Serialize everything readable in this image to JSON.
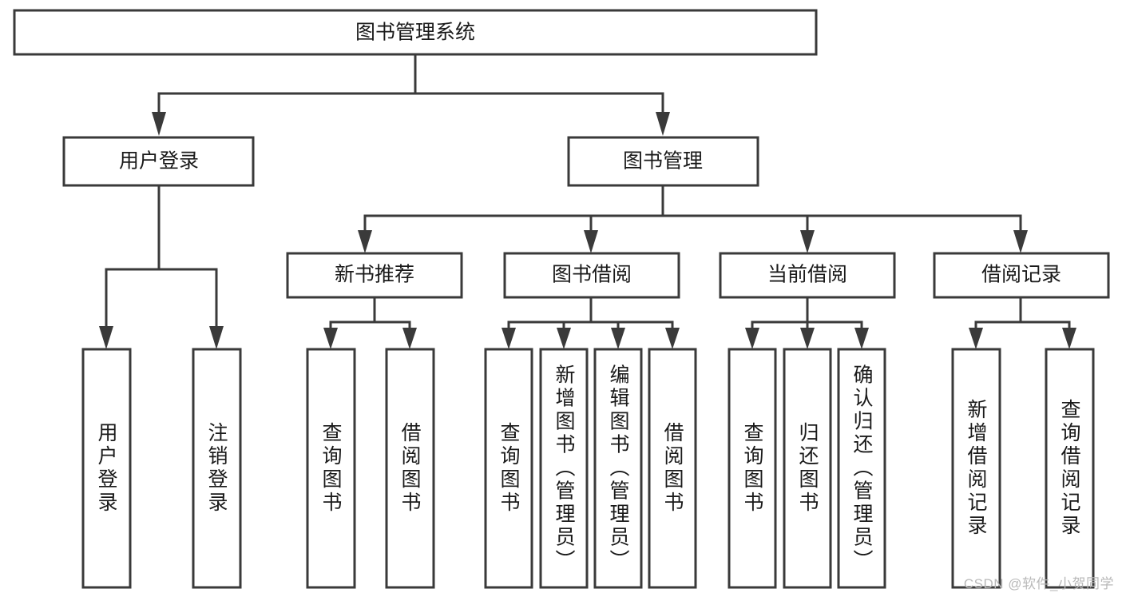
{
  "diagram": {
    "title": "图书管理系统",
    "type": "tree-hierarchy",
    "watermark": "CSDN @软件_小贺同学",
    "root": {
      "id": "root",
      "label": "图书管理系统",
      "orientation": "horizontal"
    },
    "level2": [
      {
        "id": "user-login",
        "label": "用户登录",
        "orientation": "horizontal"
      },
      {
        "id": "book-manage",
        "label": "图书管理",
        "orientation": "horizontal"
      }
    ],
    "level3": [
      {
        "id": "new-book-recommend",
        "label": "新书推荐",
        "orientation": "horizontal",
        "parent": "book-manage"
      },
      {
        "id": "book-borrow",
        "label": "图书借阅",
        "orientation": "horizontal",
        "parent": "book-manage"
      },
      {
        "id": "current-borrow",
        "label": "当前借阅",
        "orientation": "horizontal",
        "parent": "book-manage"
      },
      {
        "id": "borrow-record",
        "label": "借阅记录",
        "orientation": "horizontal",
        "parent": "book-manage"
      }
    ],
    "leaves": [
      {
        "id": "leaf-user-login",
        "label": "用户登录",
        "parent": "user-login",
        "orientation": "vertical"
      },
      {
        "id": "leaf-user-logout",
        "label": "注销登录",
        "parent": "user-login",
        "orientation": "vertical"
      },
      {
        "id": "leaf-query-book-1",
        "label": "查询图书",
        "parent": "new-book-recommend",
        "orientation": "vertical"
      },
      {
        "id": "leaf-borrow-book-1",
        "label": "借阅图书",
        "parent": "new-book-recommend",
        "orientation": "vertical"
      },
      {
        "id": "leaf-query-book-2",
        "label": "查询图书",
        "parent": "book-borrow",
        "orientation": "vertical"
      },
      {
        "id": "leaf-add-book",
        "label": "新增图书（管理员）",
        "parent": "book-borrow",
        "orientation": "vertical"
      },
      {
        "id": "leaf-edit-book",
        "label": "编辑图书（管理员）",
        "parent": "book-borrow",
        "orientation": "vertical"
      },
      {
        "id": "leaf-borrow-book-2",
        "label": "借阅图书",
        "parent": "book-borrow",
        "orientation": "vertical"
      },
      {
        "id": "leaf-query-book-3",
        "label": "查询图书",
        "parent": "current-borrow",
        "orientation": "vertical"
      },
      {
        "id": "leaf-return-book",
        "label": "归还图书",
        "parent": "current-borrow",
        "orientation": "vertical"
      },
      {
        "id": "leaf-confirm-return",
        "label": "确认归还（管理员）",
        "parent": "current-borrow",
        "orientation": "vertical"
      },
      {
        "id": "leaf-add-record",
        "label": "新增借阅记录",
        "parent": "borrow-record",
        "orientation": "vertical"
      },
      {
        "id": "leaf-query-record",
        "label": "查询借阅记录",
        "parent": "borrow-record",
        "orientation": "vertical"
      }
    ],
    "colors": {
      "stroke": "#3a3a3a",
      "fill": "#ffffff",
      "text": "#1a1a1a",
      "watermark": "#b9b9b9",
      "background": "#ffffff"
    }
  }
}
